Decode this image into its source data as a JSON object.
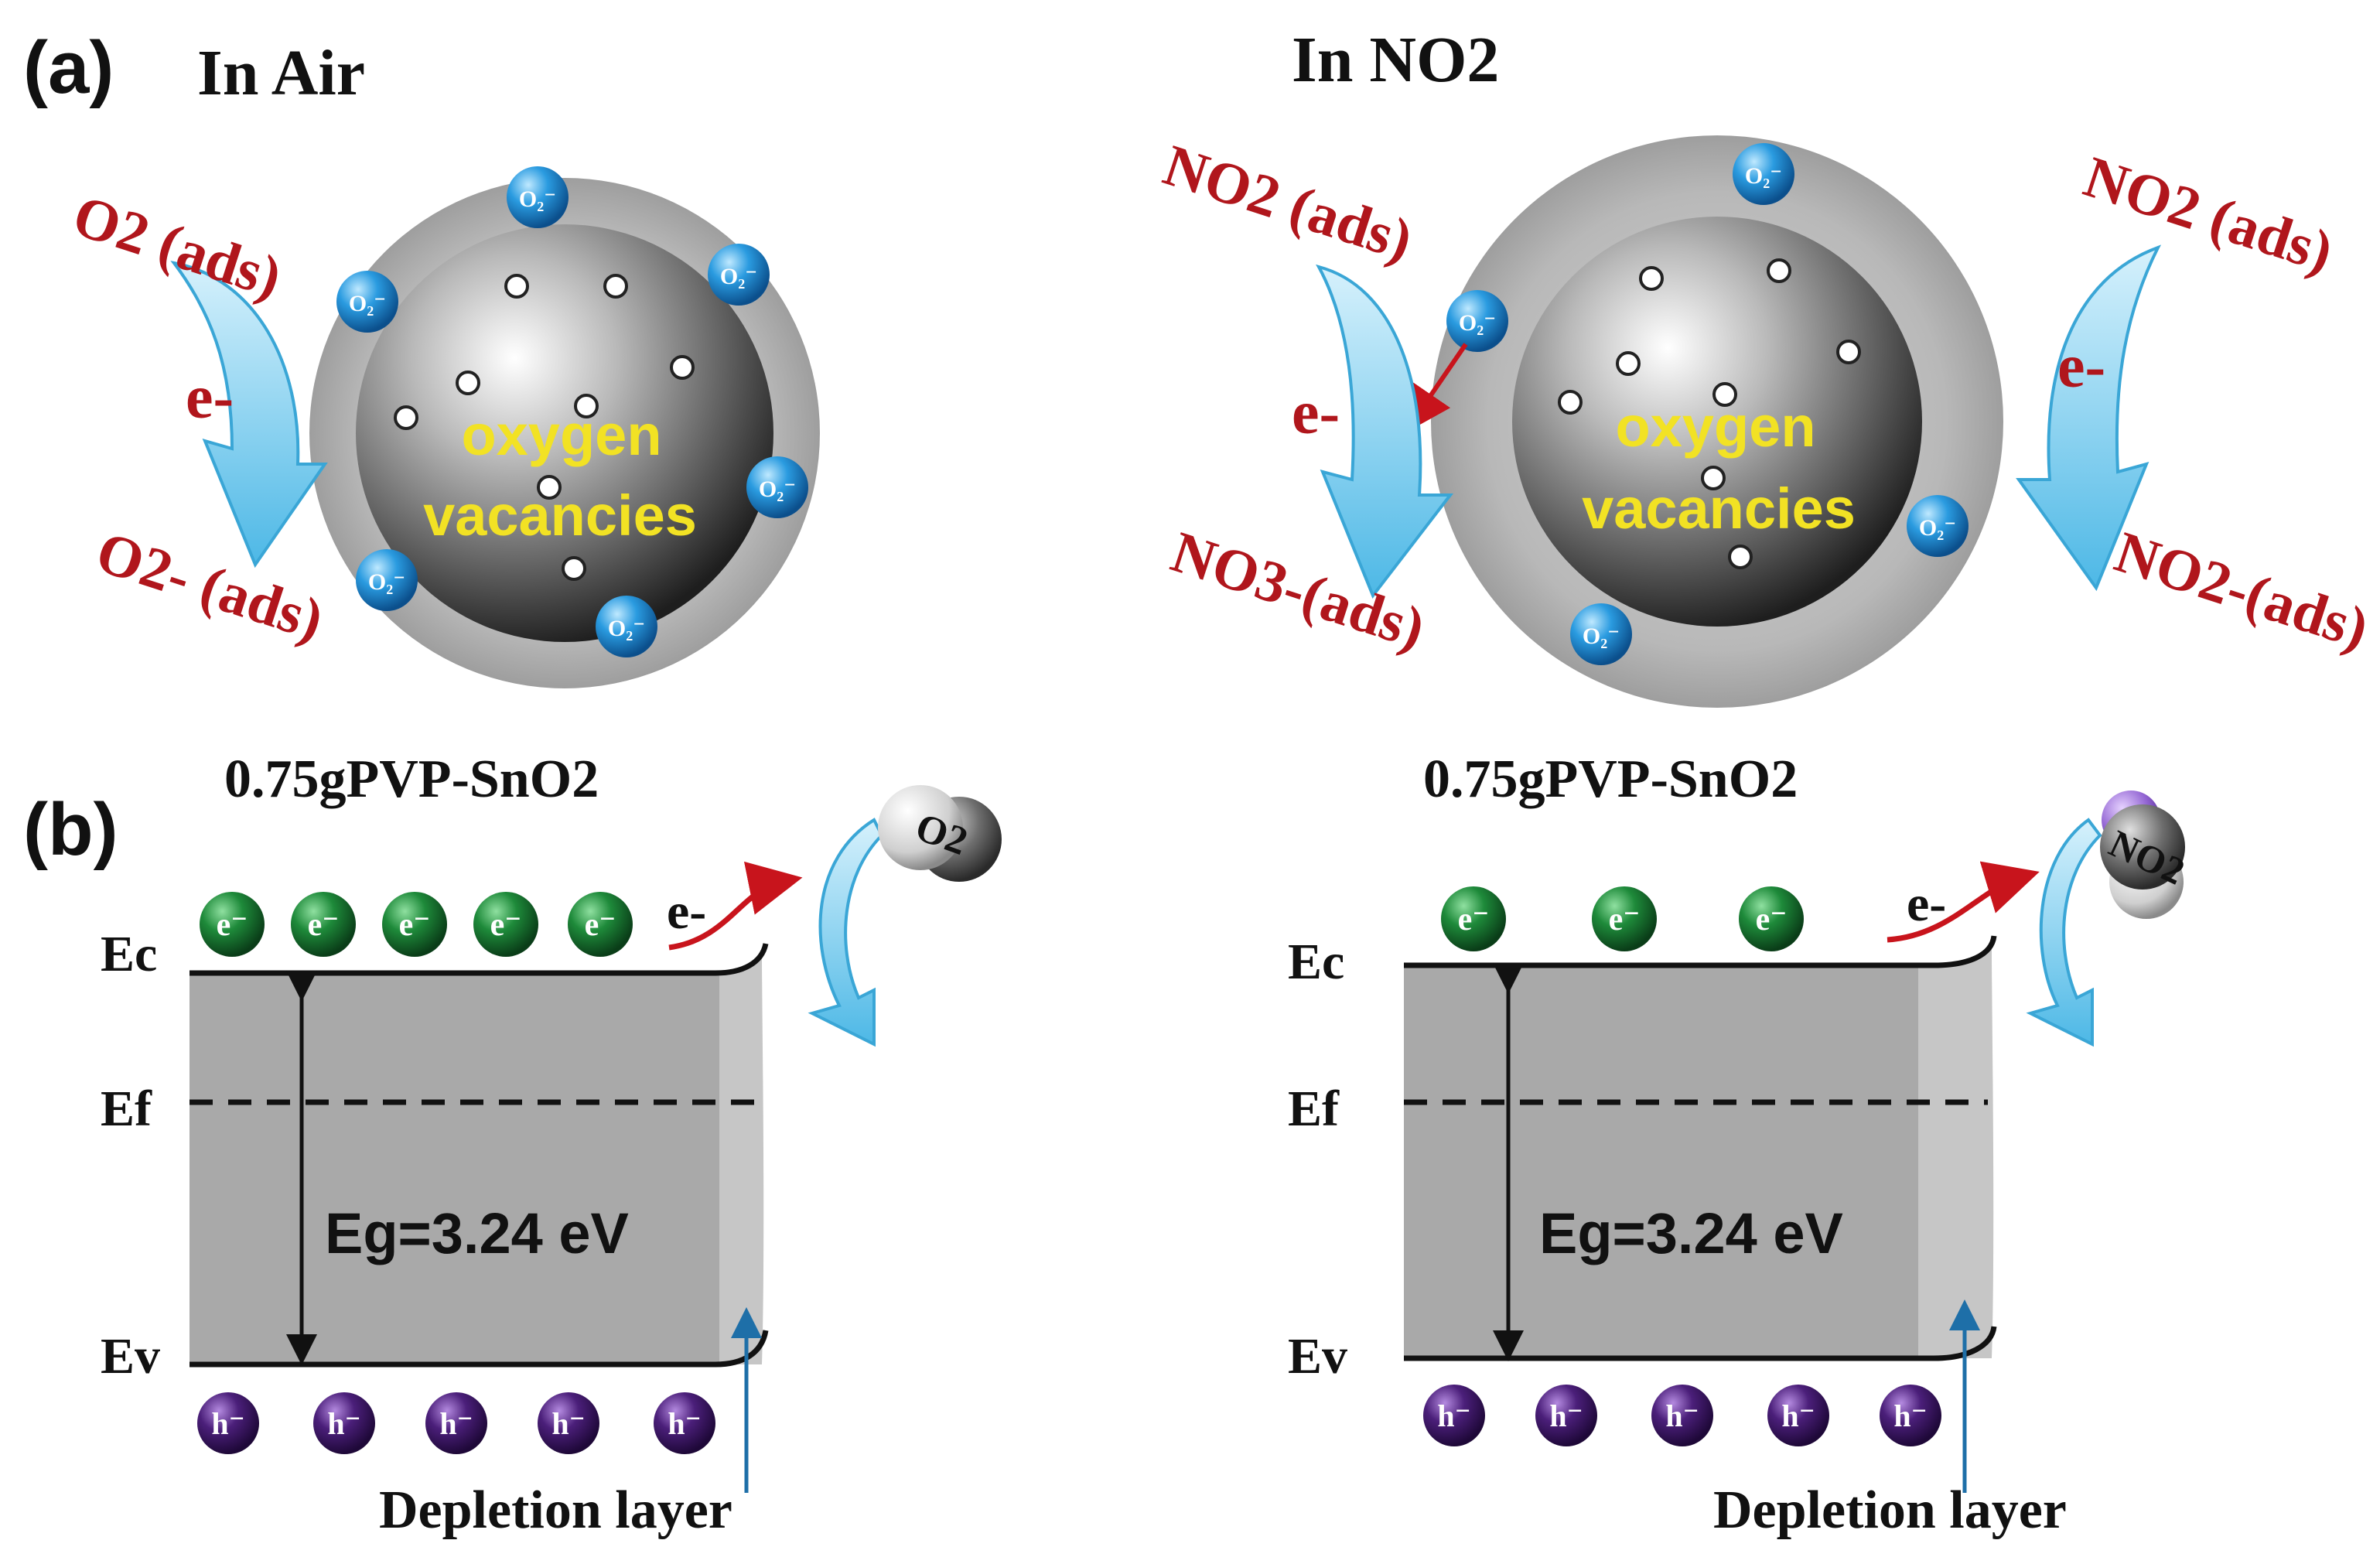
{
  "panel_a": {
    "label": "(a)",
    "air": {
      "title": "In Air",
      "adsorbed_in": "O2 (ads)",
      "adsorbed_out": "O2- (ads)",
      "electron": "e-",
      "core_label_1": "oxygen",
      "core_label_2": "vacancies",
      "ion_label": "O2-"
    },
    "no2": {
      "title": "In NO2",
      "left_in": "NO2 (ads)",
      "left_out": "NO3-(ads)",
      "right_in": "NO2 (ads)",
      "right_out": "NO2-(ads)",
      "electron": "e-",
      "core_label_1": "oxygen",
      "core_label_2": "vacancies",
      "ion_label": "O2-"
    }
  },
  "panel_b": {
    "label": "(b)",
    "left": {
      "title": "0.75gPVP-SnO2",
      "gas": "O2",
      "ec": "Ec",
      "ef": "Ef",
      "ev": "Ev",
      "eg": "Eg=3.24 eV",
      "electron": "e-",
      "hole": "h-",
      "depletion": "Depletion layer"
    },
    "right": {
      "title": "0.75gPVP-SnO2",
      "gas": "NO2",
      "ec": "Ec",
      "ef": "Ef",
      "ev": "Ev",
      "eg": "Eg=3.24 eV",
      "electron": "e-",
      "hole": "h-",
      "depletion": "Depletion layer"
    }
  },
  "colors": {
    "ads_text": "#b0161c",
    "arrow_blue": "#6ec8ec",
    "ion_blue": "#1f8fd6",
    "electron_green": "#1e8a3a",
    "hole_purple": "#4b1f7a",
    "vacancy_text": "#f2e224",
    "band_fill": "#a9a9a9",
    "depletion_fill": "#c6c6c6",
    "depletion_arrow": "#1e6fa8"
  }
}
